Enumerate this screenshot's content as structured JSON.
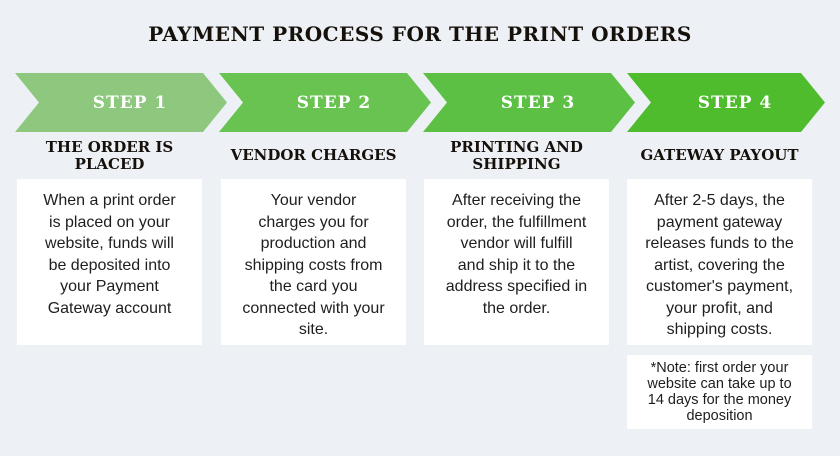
{
  "title": "PAYMENT PROCESS FOR THE PRINT ORDERS",
  "colors": {
    "background": "#edf1f5",
    "box_background": "#ffffff",
    "title_text": "#16100b",
    "body_text": "#1e1e1e",
    "step_label_text": "#ffffff"
  },
  "steps": [
    {
      "label": "STEP 1",
      "color": "#8dc87e",
      "heading": [
        "THE ORDER IS",
        "PLACED"
      ],
      "body": [
        "When a print order",
        "is placed on your",
        "website, funds will",
        "be deposited into",
        "your Payment",
        "Gateway account"
      ]
    },
    {
      "label": "STEP 2",
      "color": "#69c351",
      "heading": [
        "VENDOR CHARGES"
      ],
      "body": [
        "Your vendor",
        "charges you for",
        "production and",
        "shipping costs from",
        "the card you",
        "connected with your",
        "site."
      ]
    },
    {
      "label": "STEP 3",
      "color": "#5cc044",
      "heading": [
        "PRINTING AND",
        "SHIPPING"
      ],
      "body": [
        "After receiving the",
        "order, the fulfillment",
        "vendor will fulfill",
        "and ship it to the",
        "address specified in",
        "the order."
      ]
    },
    {
      "label": "STEP 4",
      "color": "#4ebc2d",
      "heading": [
        "GATEWAY PAYOUT"
      ],
      "body": [
        "After 2-5 days, the",
        "payment gateway",
        "releases funds to the",
        "artist, covering the",
        "customer's payment,",
        "your profit, and",
        "shipping costs."
      ],
      "note": [
        "*Note: first order your",
        "website can take up to",
        "14 days for the money",
        "deposition"
      ]
    }
  ]
}
